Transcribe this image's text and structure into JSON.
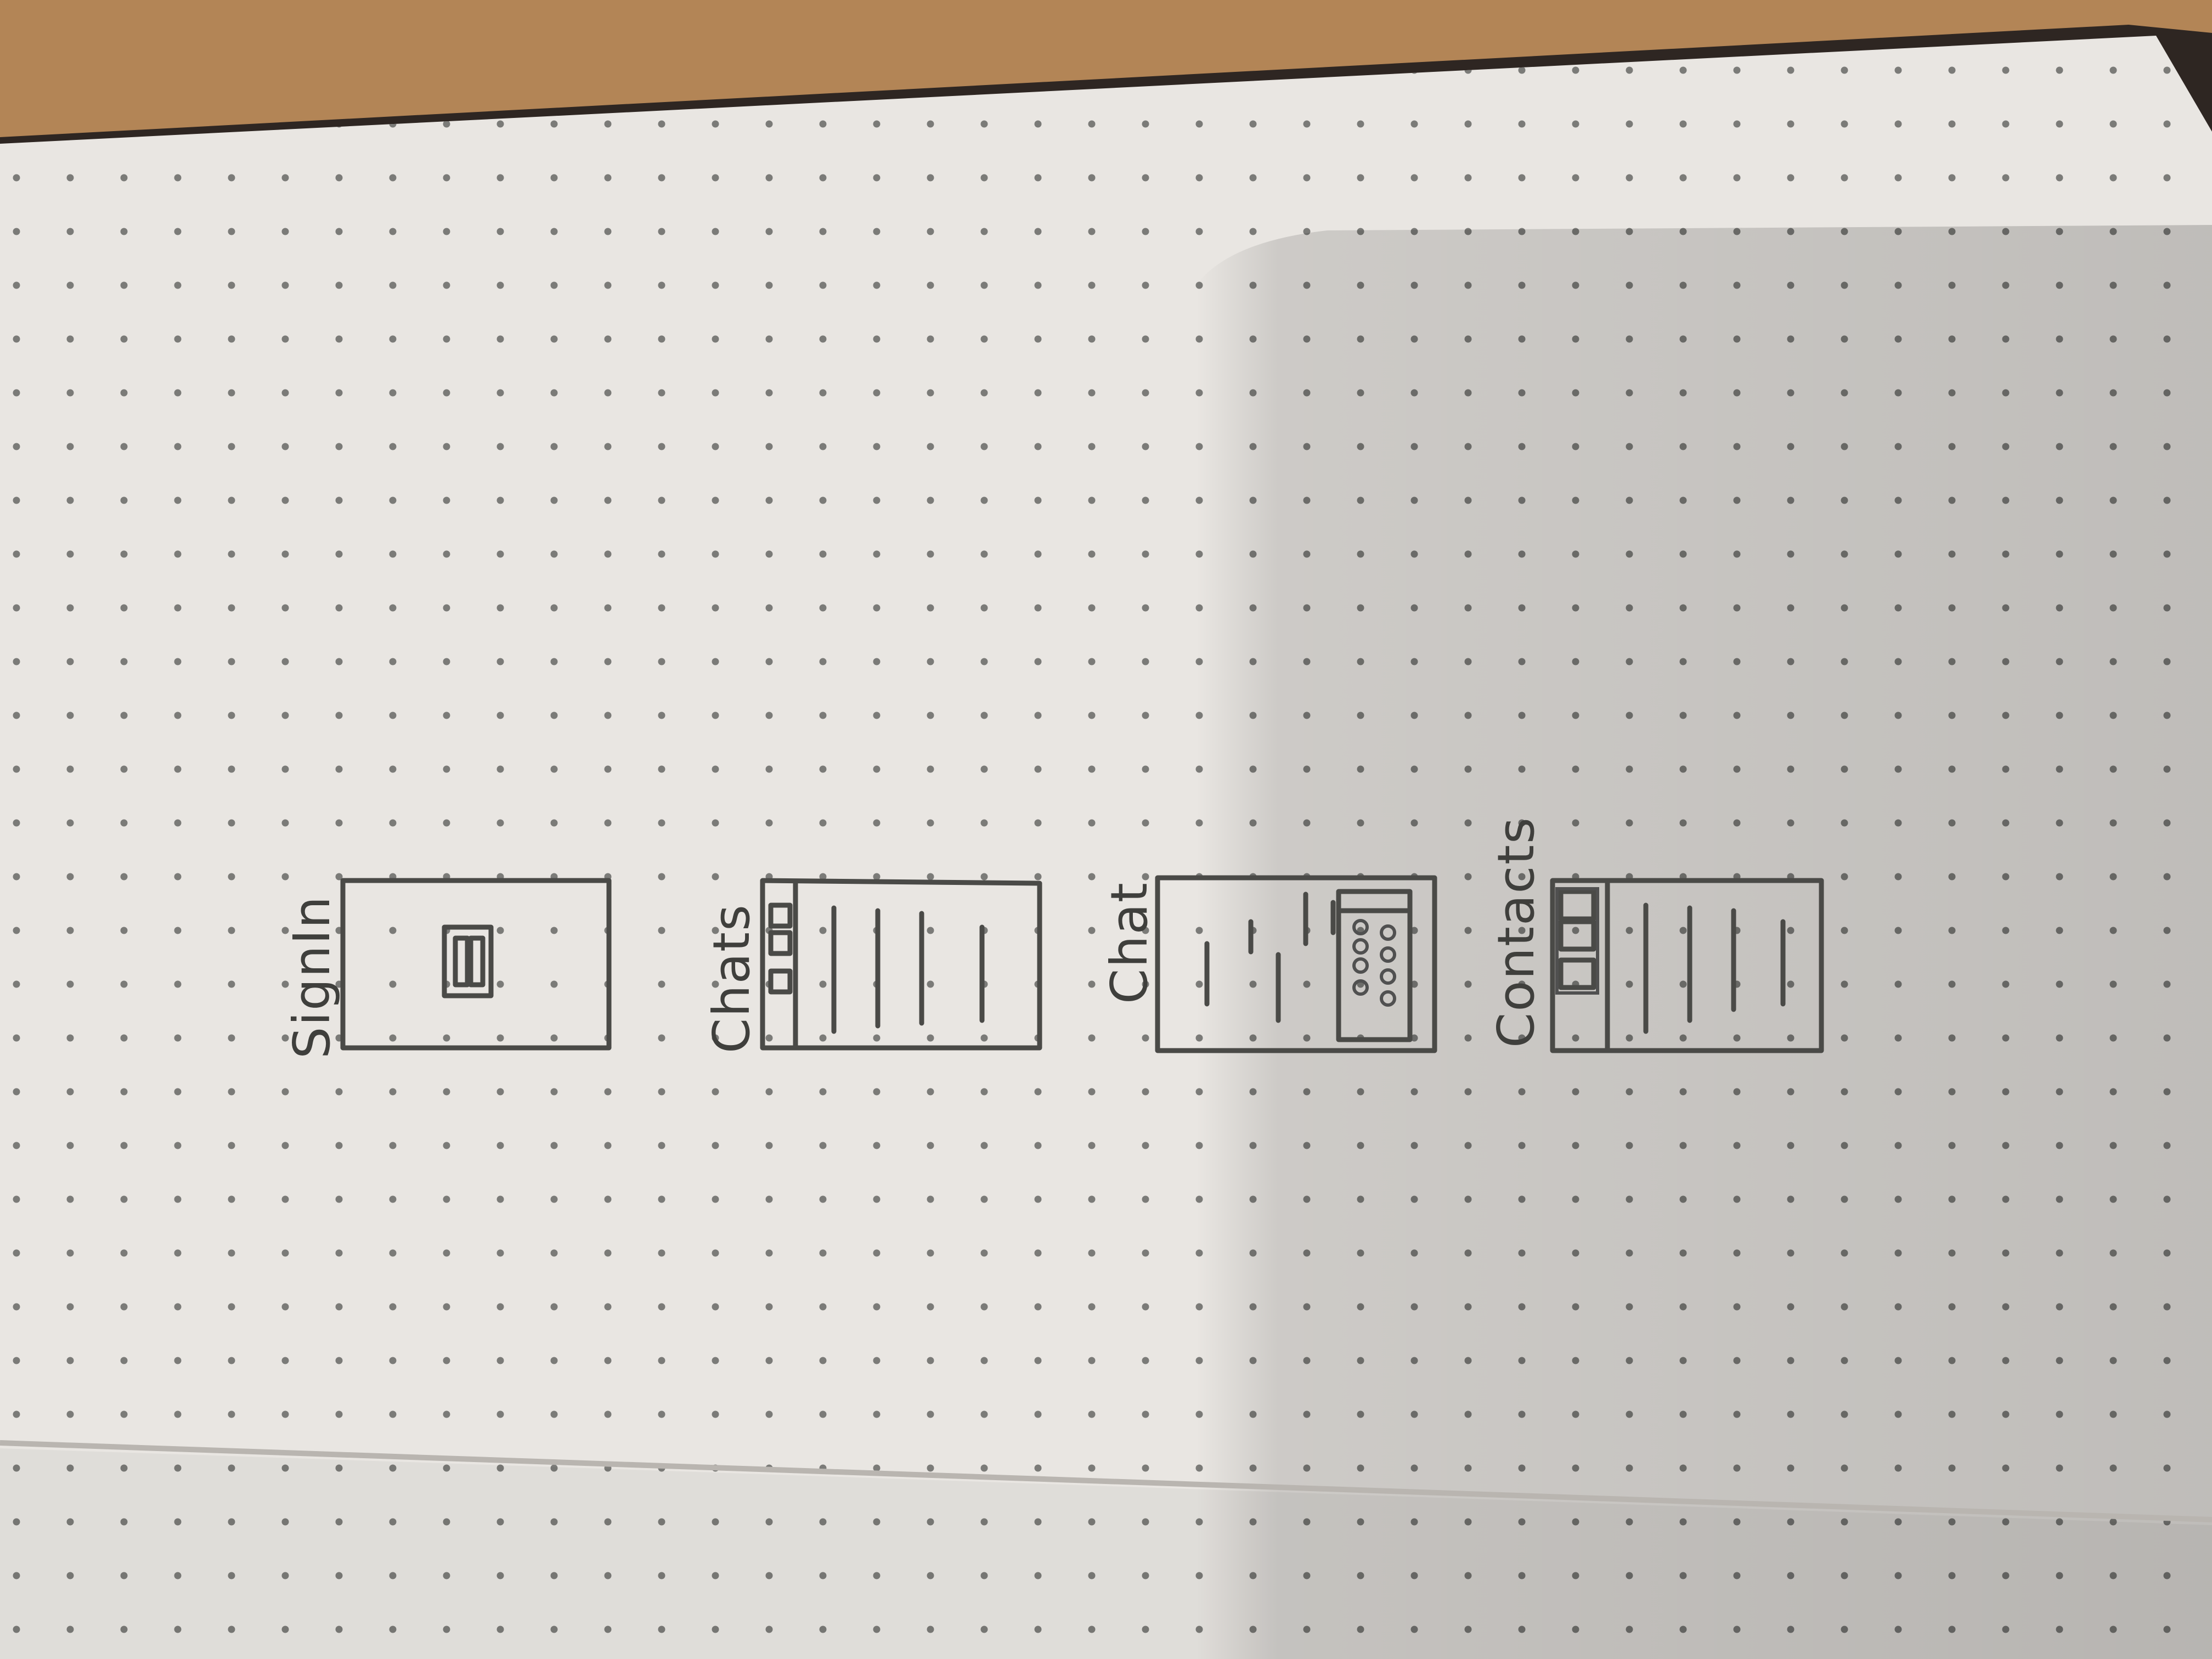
{
  "image": {
    "kind": "hand-drawn wireframe sketch on dotted notebook paper, photographed rotated 90 degrees",
    "colors": {
      "table": "#b7895a",
      "paper": "#e9e6e2",
      "shadow": "#c9c6c4",
      "ink": "#4a4a47",
      "dots": "#7b7b78"
    }
  },
  "screens": [
    {
      "label": "SignIn"
    },
    {
      "label": "Chats"
    },
    {
      "label": "Chat"
    },
    {
      "label": "Contacts"
    }
  ]
}
